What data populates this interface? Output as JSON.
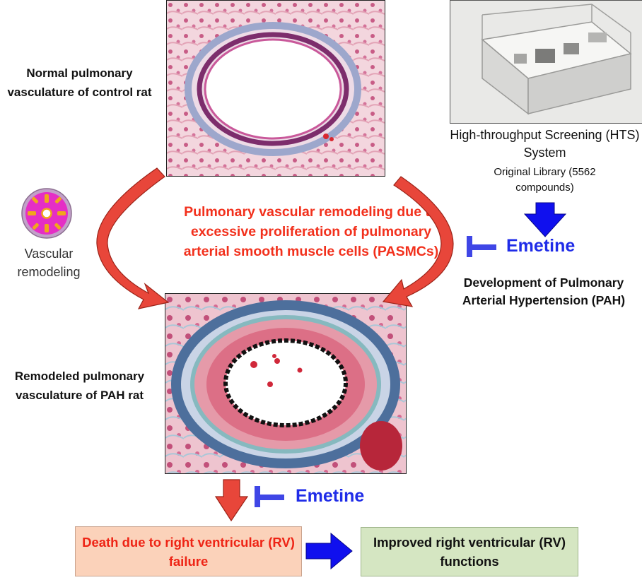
{
  "labels": {
    "normal": "Normal pulmonary vasculature of control rat",
    "remodeled": "Remodeled pulmonary vasculature of PAH rat",
    "vascular_remodeling": "Vascular remodeling",
    "hts_system": "High-throughput Screening (HTS) System",
    "original_library": "Original Library (5562 compounds)",
    "central": "Pulmonary vascular remodeling due to excessive proliferation of pulmonary arterial smooth muscle cells (PASMCs)",
    "emetine_top": "Emetine",
    "emetine_bottom": "Emetine",
    "pah_development": "Development of Pulmonary Arterial Hypertension (PAH)"
  },
  "boxes": {
    "death": "Death due to right ventricular (RV) failure",
    "improved": "Improved right ventricular (RV) functions"
  },
  "colors": {
    "red_text": "#f2301c",
    "blue_text": "#1f2ce8",
    "red_arrow": "#e8463a",
    "blue_arrow": "#1010ee",
    "death_fill": "#fbd2ba",
    "improved_fill": "#d5e6c2"
  },
  "icons": {
    "vessel_cross_section": "vascular-remodeling-icon",
    "inhibition": "inhibition-bar-icon"
  }
}
